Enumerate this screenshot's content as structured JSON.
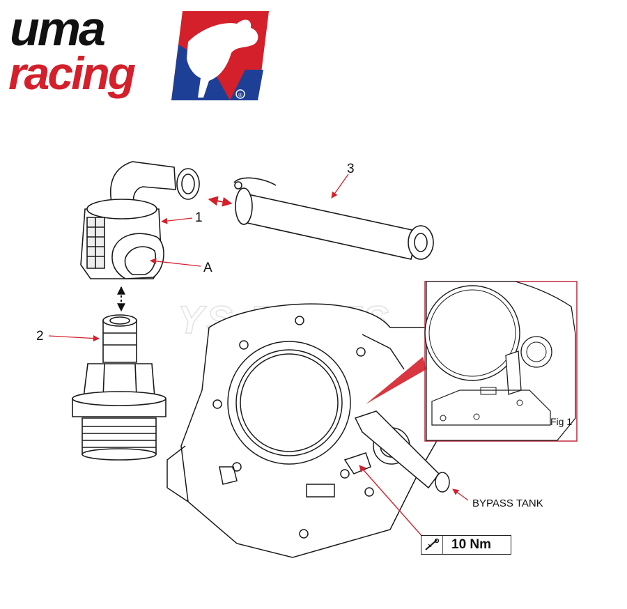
{
  "logo": {
    "line1": "uma",
    "line2": "racing",
    "registered_mark": "®",
    "colors": {
      "red": "#d4202b",
      "blue": "#1e3f96",
      "dark": "#111111"
    }
  },
  "watermark": "YS PARTS",
  "labels": {
    "part1": "1",
    "part2": "2",
    "part3": "3",
    "partA": "A",
    "bypass": "BYPASS TANK",
    "fig": "Fig 1"
  },
  "torque": {
    "value": "10 Nm",
    "icon": "torque-wrench-icon"
  },
  "colors": {
    "accent": "#d4202b",
    "line": "#1a1a1a"
  }
}
